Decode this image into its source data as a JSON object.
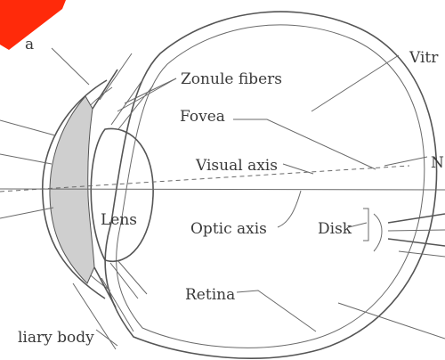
{
  "colors": {
    "corner_marker": "#ff2a0a",
    "anterior_chamber_fill": "#cfcfcf",
    "stroke": "#555555",
    "text": "#3a3a3a",
    "background": "#ffffff"
  },
  "labels": {
    "top_left_fragment": "a",
    "zonule_fibers": "Zonule fibers",
    "fovea": "Fovea",
    "visual_axis": "Visual axis",
    "lens": "Lens",
    "optic_axis": "Optic axis",
    "disk": "Disk",
    "retina": "Retina",
    "ciliary_body": "liary body",
    "vitreous_fragment": "Vitr",
    "right_fragment": "N"
  }
}
